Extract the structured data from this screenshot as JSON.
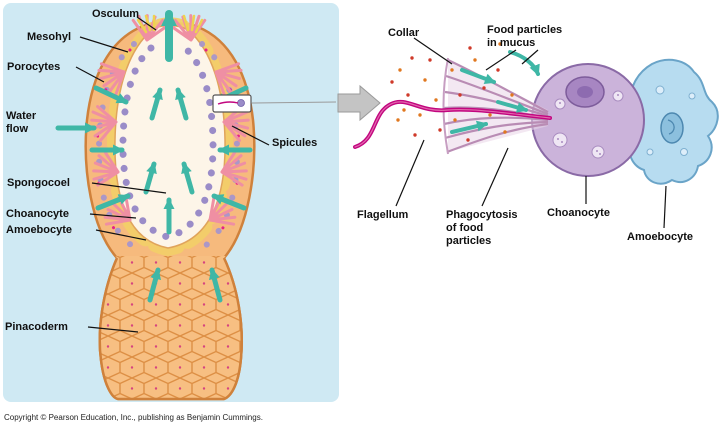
{
  "left": {
    "osculum": "Osculum",
    "mesohyl": "Mesohyl",
    "porocytes": "Porocytes",
    "water_flow": "Water\nflow",
    "spicules": "Spicules",
    "spongocoel": "Spongocoel",
    "choanocyte": "Choanocyte",
    "amoebocyte": "Amoebocyte",
    "pinacoderm": "Pinacoderm"
  },
  "right": {
    "collar": "Collar",
    "food_particles": "Food particles\nin mucus",
    "flagellum": "Flagellum",
    "phagocytosis": "Phagocytosis\nof food\nparticles",
    "choanocyte": "Choanocyte",
    "amoebocyte": "Amoebocyte"
  },
  "copyright": "Copyright © Pearson Education, Inc., publishing as Benjamin Cummings.",
  "colors": {
    "panel_background": "#cfe9f3",
    "sponge_body": "#f6ba7d",
    "sponge_outline": "#cf813b",
    "spongocoel_cavity": "#fdf5e8",
    "mesohyl_yellow": "#f2cd69",
    "choanocyte_purple": "#9a8cc8",
    "spicule_pink": "#ef8fa3",
    "water_arrow_teal": "#3fb7a6",
    "flagellum_magenta": "#c2067f",
    "choanocyte_cell": "#cbb3da",
    "amoebocyte_blue": "#b7dcf0",
    "honeycomb_orange": "#dd8f45",
    "food_particle_orange": "#e07820",
    "food_particle_red": "#cf3a2a"
  }
}
